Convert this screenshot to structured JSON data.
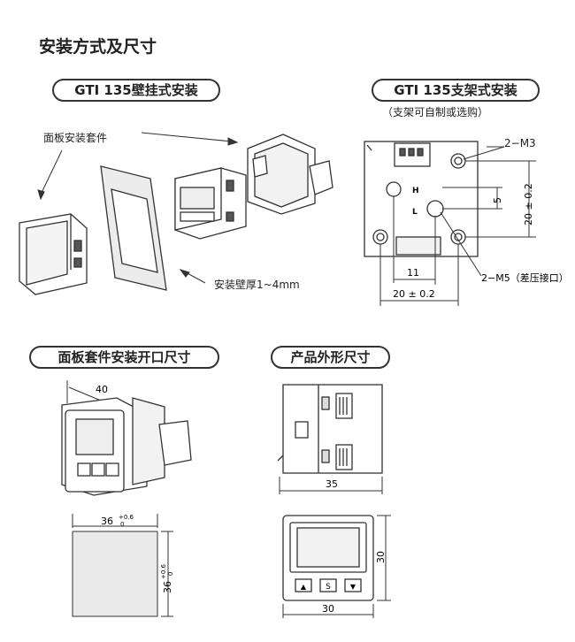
{
  "page": {
    "title": "安装方式及尺寸"
  },
  "wall_mount": {
    "heading": "GTI 135壁挂式安装",
    "kit_label": "面板安装套件",
    "wall_thickness_label": "安装壁厚1~4mm"
  },
  "bracket_mount": {
    "heading": "GTI 135支架式安装",
    "note": "（支架可自制或选购）",
    "screw_label": "2−M3",
    "port_label": "2−M5（差压接口）",
    "port_h": "H",
    "port_l": "L",
    "dims": {
      "height": "20 ± 0.2",
      "offset": "5",
      "inner_width": "11",
      "outer_width": "20 ± 0.2"
    }
  },
  "panel_cutout": {
    "heading": "面板套件安装开口尺寸",
    "depth_label": "40",
    "width_label": "36",
    "width_tol_upper": "+0.6",
    "width_tol_lower": "0",
    "height_label": "36",
    "height_tol_upper": "+0.6",
    "height_tol_lower": "0"
  },
  "outline": {
    "heading": "产品外形尺寸",
    "side_depth": "35",
    "front_height": "30",
    "front_width": "30",
    "btn_up": "▲",
    "btn_s": "S",
    "btn_down": "▼"
  },
  "colors": {
    "line": "#333333",
    "gray_fill": "#e9e9e9",
    "dark_fill": "#555555"
  }
}
